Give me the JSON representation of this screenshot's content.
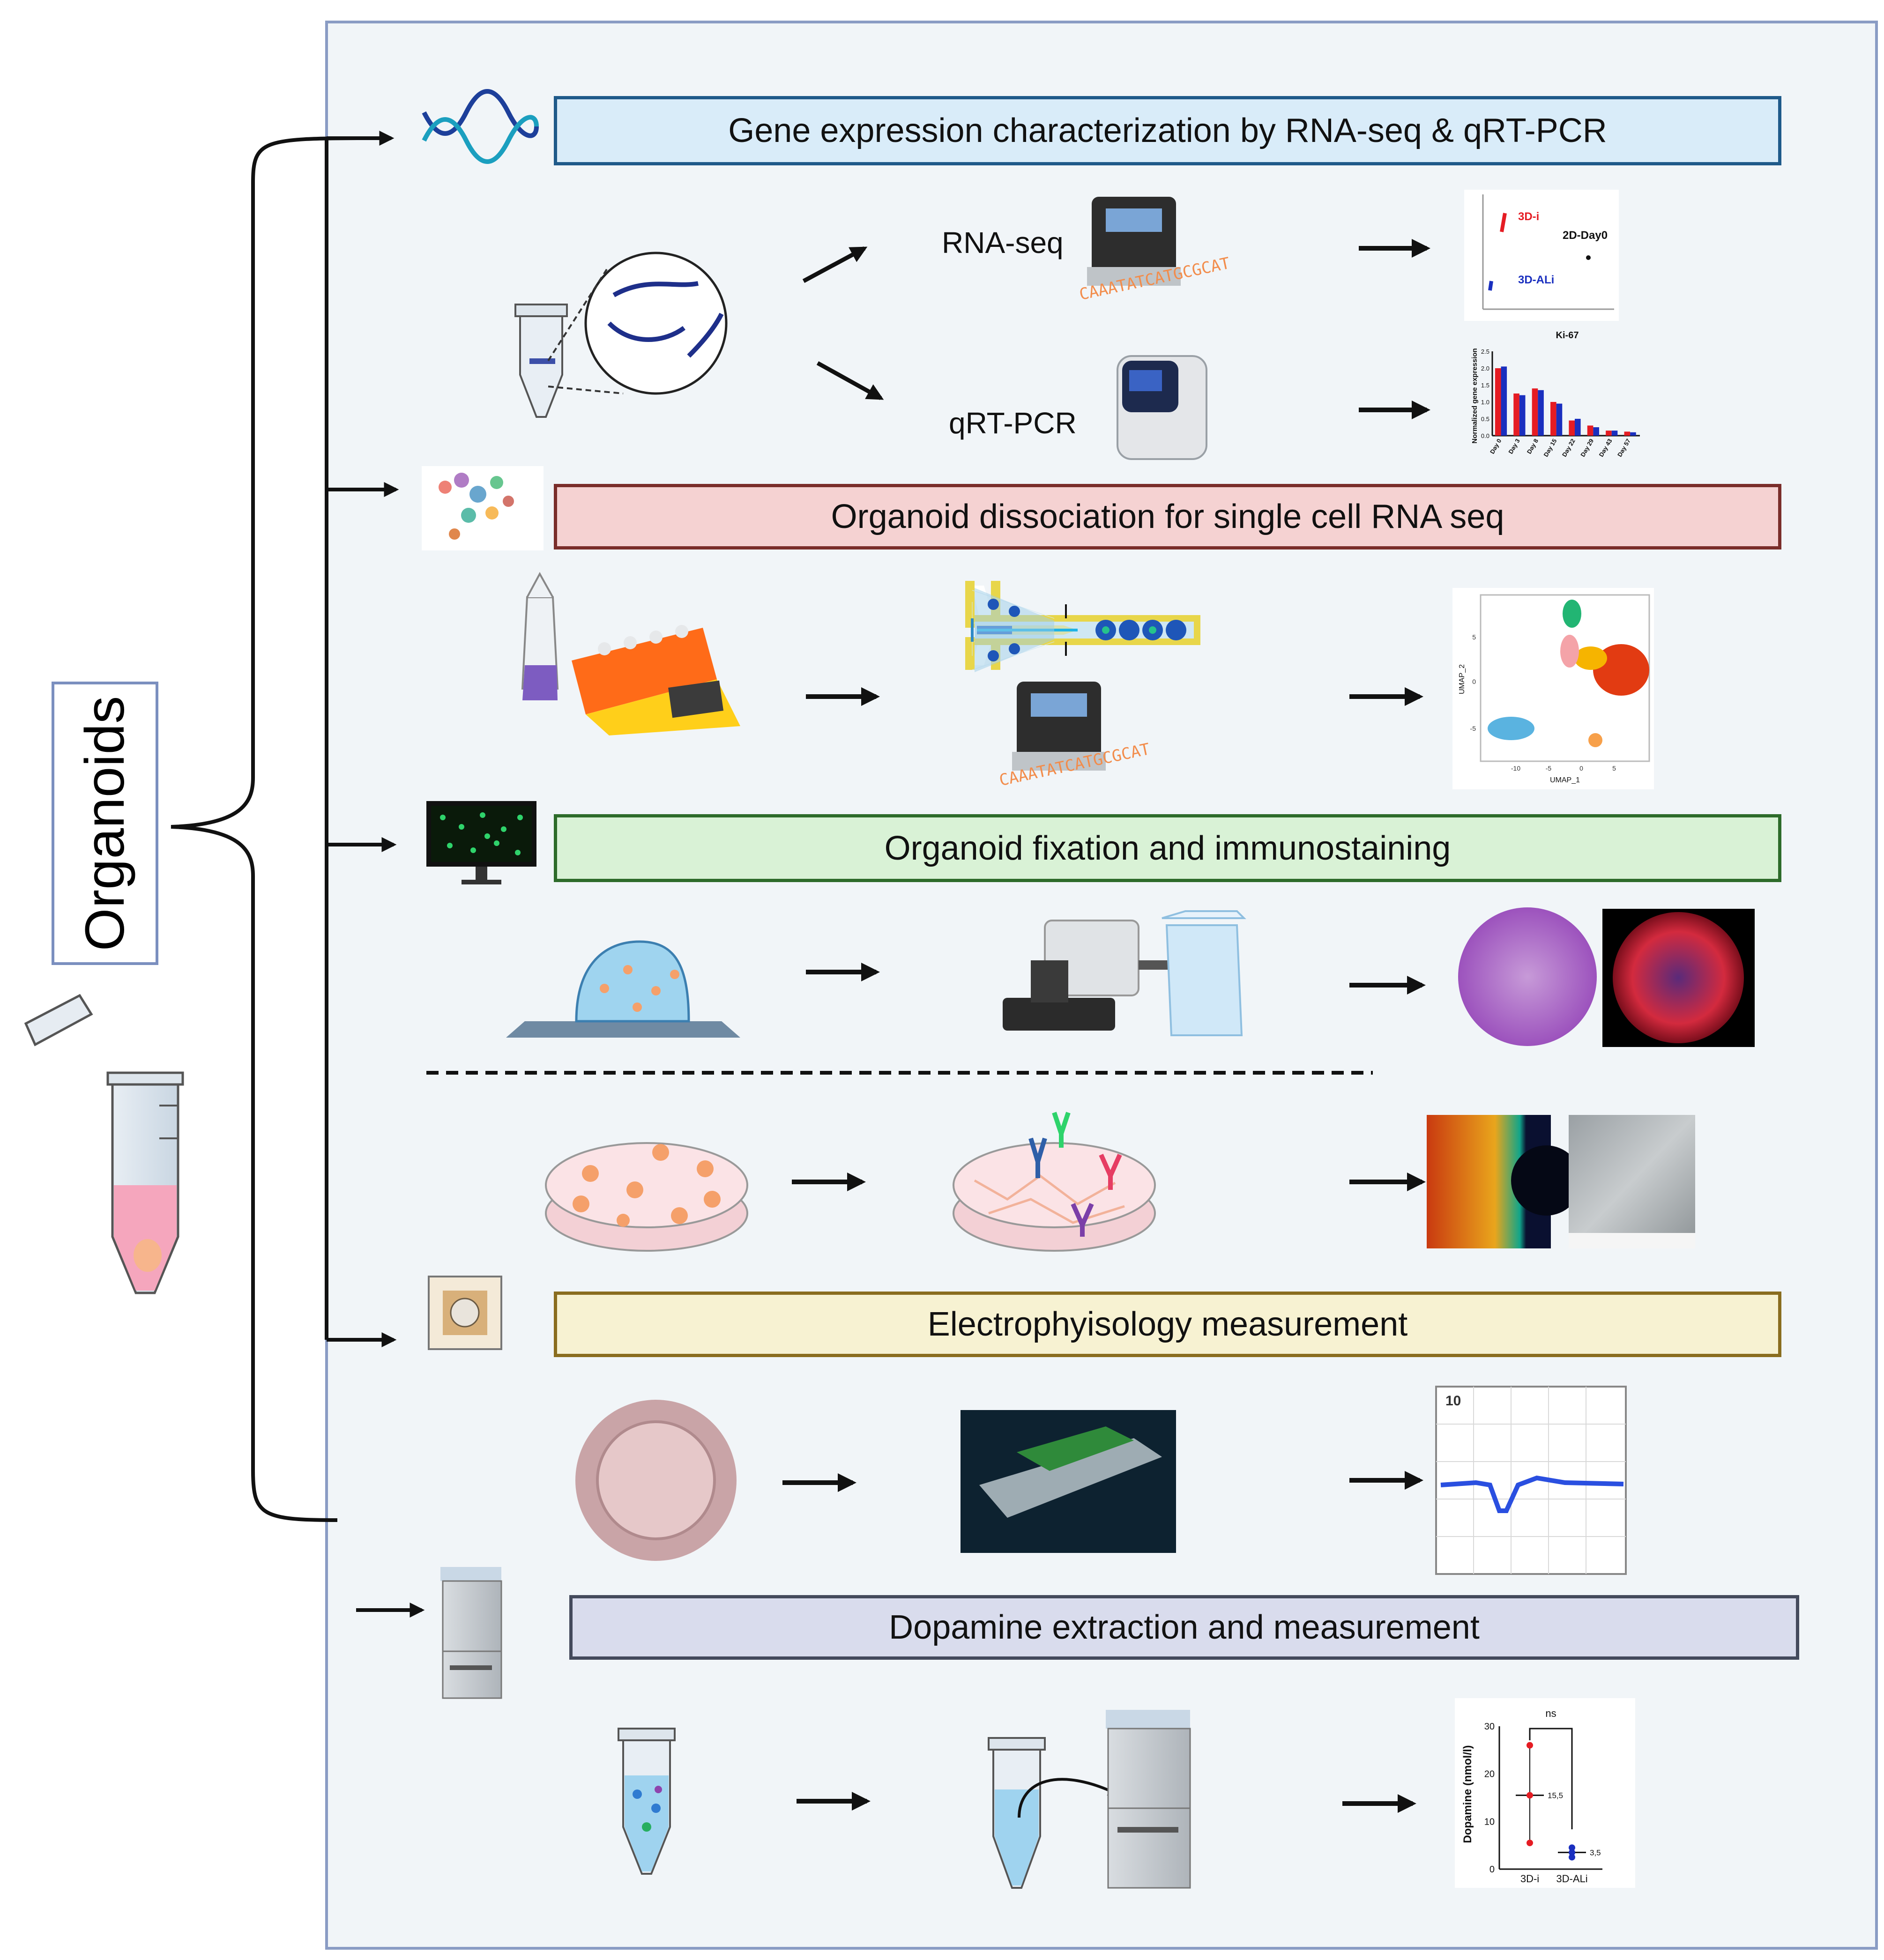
{
  "root": {
    "label": "Organoids"
  },
  "colors": {
    "panel_bg": "#f1f5f8",
    "panel_border": "#8a9cc4",
    "section_1": "#d9ecf9",
    "section_2": "#f5d2d2",
    "section_3": "#d9f2d6",
    "section_4": "#f7f2d2",
    "section_5": "#d9dced"
  },
  "sections": [
    {
      "title": "Gene expression characterization by RNA-seq & qRT-PCR",
      "methods": [
        "RNA-seq",
        "qRT-PCR"
      ],
      "rnaseq_plot": {
        "labels": [
          "3D-i",
          "2D-Day0",
          "3D-ALi"
        ]
      },
      "qpcr_chart": {
        "title": "Ki-67",
        "ylabel": "Normalized gene expression",
        "yticks": [
          "0.0",
          "0.5",
          "1.0",
          "1.5",
          "2.0",
          "2.5"
        ],
        "categories": [
          "Day 0",
          "Day 3",
          "Day 8",
          "Day 15",
          "Day 22",
          "Day 29",
          "Day 43",
          "Day 57"
        ]
      }
    },
    {
      "title": "Organoid dissociation for single cell RNA seq",
      "umap": {
        "xlabel": "UMAP_1",
        "ylabel": "UMAP_2",
        "xticks": [
          "-10",
          "-5",
          "0",
          "5"
        ],
        "yticks": [
          "5",
          "0",
          "-5"
        ]
      }
    },
    {
      "title": "Organoid fixation and immunostaining"
    },
    {
      "title": "Electrophyisology measurement",
      "trace_label": "10"
    },
    {
      "title": "Dopamine extraction and measurement",
      "dopamine_chart": {
        "ylabel": "Dopamine (nmol/l)",
        "yticks": [
          "0",
          "10",
          "20",
          "30"
        ],
        "categories": [
          "3D-i",
          "3D-ALi"
        ],
        "means": [
          15.5,
          3.5
        ],
        "mean_labels": [
          "15,5",
          "3,5"
        ],
        "significance": "ns"
      }
    }
  ],
  "chart_data": [
    {
      "type": "bar",
      "title": "Ki-67",
      "ylabel": "Normalized gene expression",
      "ylim": [
        0,
        2.5
      ],
      "categories": [
        "Day 0",
        "Day 3",
        "Day 8",
        "Day 15",
        "Day 22",
        "Day 29",
        "Day 43",
        "Day 57"
      ],
      "series": [
        {
          "color": "#e51c23",
          "values": [
            2.0,
            1.25,
            1.4,
            1.0,
            0.45,
            0.3,
            0.15,
            0.12
          ]
        },
        {
          "color": "#1a2fbf",
          "values": [
            2.05,
            1.2,
            1.35,
            0.95,
            0.5,
            0.25,
            0.15,
            0.1
          ]
        }
      ]
    },
    {
      "type": "scatter",
      "ylabel": "Dopamine (nmol/l)",
      "ylim": [
        0,
        30
      ],
      "categories": [
        "3D-i",
        "3D-ALi"
      ],
      "series": [
        {
          "color": "#e51c23",
          "values": [
            26,
            15.5,
            5.5
          ]
        },
        {
          "color": "#1a2fbf",
          "values": [
            4.5,
            3.5,
            2.5
          ]
        }
      ]
    }
  ]
}
